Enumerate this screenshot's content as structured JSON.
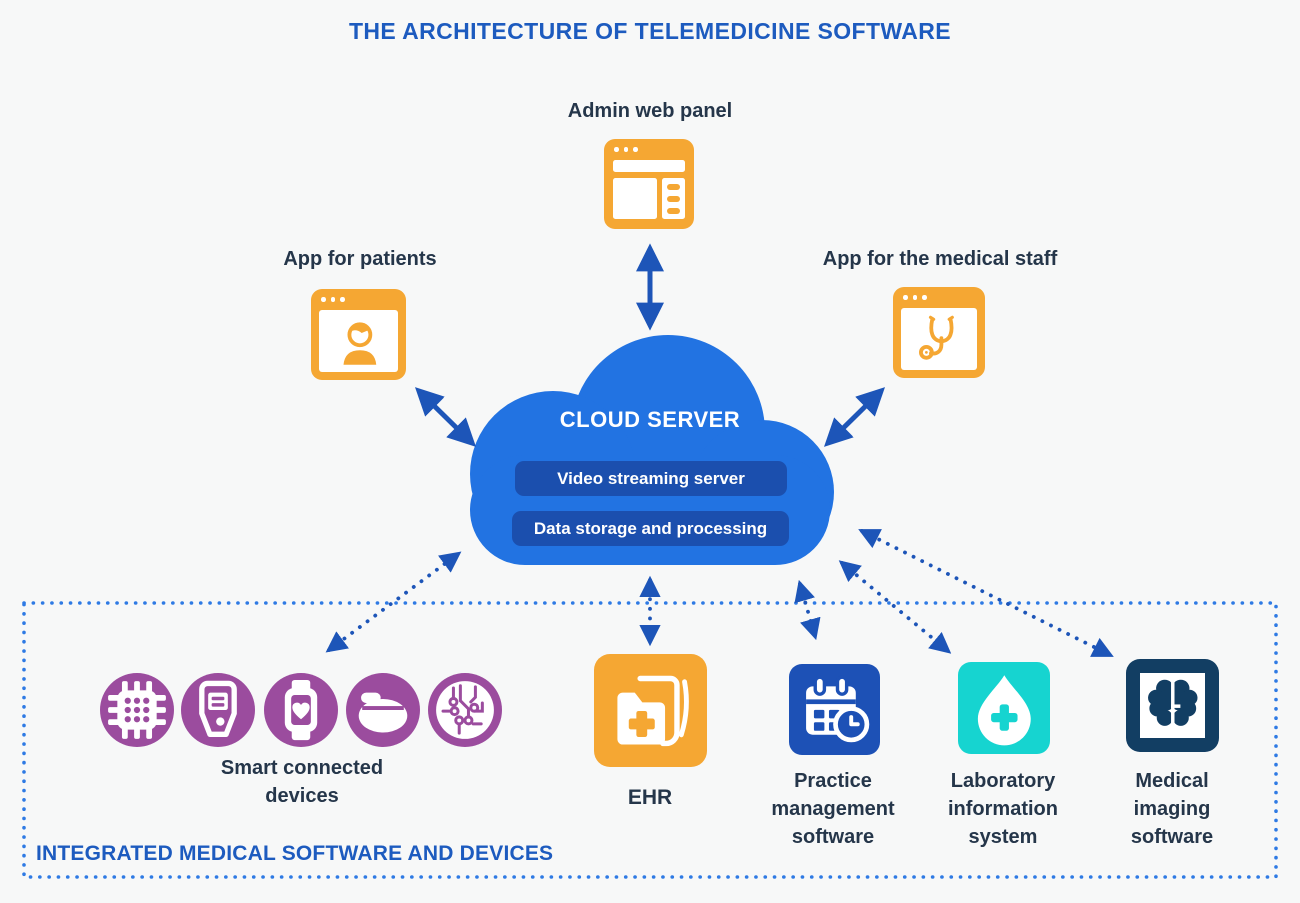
{
  "title": "THE ARCHITECTURE OF TELEMEDICINE SOFTWARE",
  "cloud": {
    "label": "CLOUD SERVER",
    "services": [
      "Video streaming server",
      "Data storage and processing"
    ]
  },
  "apps": {
    "admin": {
      "label": "Admin web panel"
    },
    "patients": {
      "label": "App for patients"
    },
    "staff": {
      "label": "App for the medical staff"
    }
  },
  "integration": {
    "label": "INTEGRATED MEDICAL SOFTWARE AND DEVICES",
    "smart_devices": {
      "label_line1": "Smart connected",
      "label_line2": "devices",
      "device_icons": [
        "microchip",
        "glucose-meter",
        "smartwatch",
        "health-monitor",
        "circuit-board"
      ]
    },
    "ehr": {
      "label": "EHR"
    },
    "practice": {
      "label_line1": "Practice",
      "label_line2": "management",
      "label_line3": "software"
    },
    "laboratory": {
      "label_line1": "Laboratory",
      "label_line2": "information",
      "label_line3": "system"
    },
    "imaging": {
      "label_line1": "Medical",
      "label_line2": "imaging",
      "label_line3": "software"
    }
  },
  "colors": {
    "background": "#f7f8f8",
    "title_blue": "#1d5bbf",
    "text_dark": "#25364a",
    "cloud_blue": "#2273e2",
    "pill_blue": "#1b4fae",
    "arrow_blue": "#1d55b8",
    "zone_border_blue": "#2e7ae4",
    "orange": "#f5a733",
    "purple": "#9b4c9e",
    "practice_blue": "#1d51b6",
    "teal": "#16d4d0",
    "navy": "#123e63"
  }
}
